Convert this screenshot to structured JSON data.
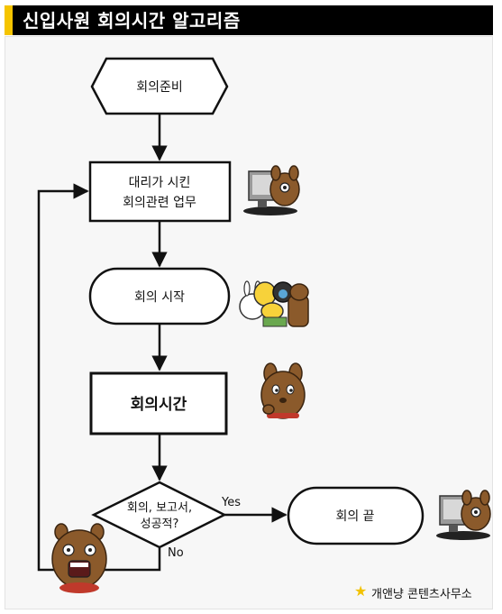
{
  "header": {
    "title": "신입사원 회의시간 알고리즘"
  },
  "flowchart": {
    "nodes": [
      {
        "id": "start",
        "shape": "hexagon",
        "lines": [
          "회의준비"
        ]
      },
      {
        "id": "task",
        "shape": "rectangle",
        "lines": [
          "대리가 시킨",
          "회의관련 업무"
        ]
      },
      {
        "id": "meeting-start",
        "shape": "rounded",
        "lines": [
          "회의 시작"
        ]
      },
      {
        "id": "meeting-time",
        "shape": "rectangle-bold",
        "lines": [
          "회의시간"
        ]
      },
      {
        "id": "decision",
        "shape": "diamond",
        "lines": [
          "회의, 보고서,",
          "성공적?"
        ]
      },
      {
        "id": "end",
        "shape": "rounded",
        "lines": [
          "회의 끝"
        ]
      }
    ],
    "edges": [
      {
        "from": "start",
        "to": "task",
        "label": ""
      },
      {
        "from": "task",
        "to": "meeting-start",
        "label": ""
      },
      {
        "from": "meeting-start",
        "to": "meeting-time",
        "label": ""
      },
      {
        "from": "meeting-time",
        "to": "decision",
        "label": ""
      },
      {
        "from": "decision",
        "to": "end",
        "label": "Yes"
      },
      {
        "from": "decision",
        "to": "task",
        "label": "No"
      }
    ]
  },
  "illustrations": [
    {
      "name": "bear-at-computer-icon"
    },
    {
      "name": "characters-meeting-icon"
    },
    {
      "name": "bear-thinking-icon"
    },
    {
      "name": "bear-shocked-icon"
    },
    {
      "name": "bear-at-computer-end-icon"
    }
  ],
  "footer": {
    "star": "★",
    "credit": "개앤냥 콘텐츠사무소"
  },
  "colors": {
    "title_background": "#000000",
    "title_accent": "#f5c400",
    "panel_background": "#f7f7f7",
    "bear_brown": "#8b5a2b"
  }
}
